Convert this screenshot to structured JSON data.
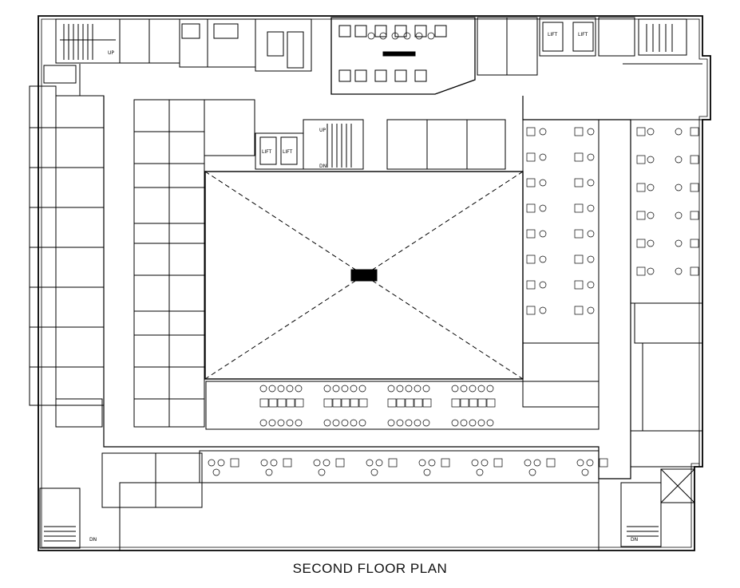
{
  "title": "SECOND FLOOR PLAN",
  "lift_label": "LIFT",
  "up_label": "UP",
  "dn_label": "DN",
  "colors": {
    "line": "#000000",
    "background": "#ffffff"
  }
}
